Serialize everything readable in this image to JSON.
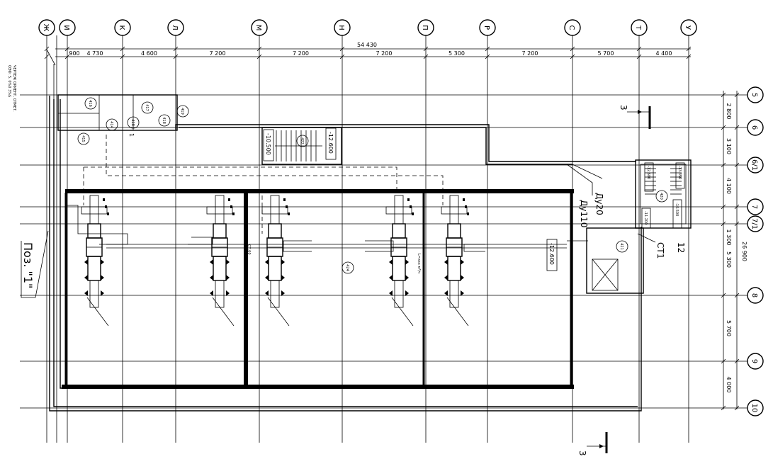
{
  "axes_top": [
    "Ж",
    "И",
    "К",
    "Л",
    "М",
    "Н",
    "П",
    "Р",
    "С",
    "Т",
    "У"
  ],
  "axes_right": [
    "5",
    "6",
    "6/1",
    "7",
    "7/1",
    "8",
    "9",
    "10"
  ],
  "overall_top_dim": "54 430",
  "top_dims": [
    "900",
    "4 730",
    "4 600",
    "7 200",
    "7 200",
    "7 200",
    "5 300",
    "7 200",
    "5 700",
    "4 400"
  ],
  "right_dims": [
    "2 800",
    "3 100",
    "4 100",
    "1 300",
    "5 300",
    "5 700",
    "4 000"
  ],
  "overall_right_dim": "26 900",
  "section_mark": "3",
  "position_label": "Поз. \"1\"",
  "left_note_lines": [
    "ОЭФ: 5. 0%0 3%$",
    "ЧЕРТЕЖ ОРИЕНТ. ОТМЕТ."
  ],
  "pipe_labels": [
    "Ду20",
    "Ду110"
  ],
  "equipment_tag": "СТ1",
  "level_labels": [
    "-10.500",
    "-12.600",
    "-12.600",
    "-12.600",
    "-10.500",
    "-11.200",
    "-12.600",
    "-13.350"
  ],
  "room_marks": [
    "422",
    "424",
    "420",
    "421",
    "419",
    "418",
    "416",
    "417",
    "414",
    "415",
    "418",
    "12",
    "1"
  ],
  "diffuser_note": "L=ххх м³/ч",
  "riser_note": "СТ.00"
}
